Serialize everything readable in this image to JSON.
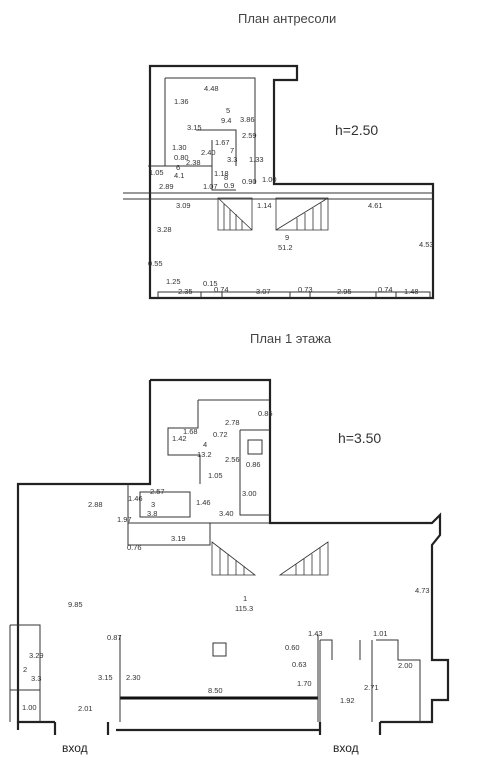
{
  "mezzanine": {
    "title": "План антресоли",
    "height_label": "h=2.50",
    "rooms": [
      {
        "number": "5",
        "area": "9.4"
      },
      {
        "number": "7",
        "area": "3.3"
      },
      {
        "number": "6",
        "area": "4.1"
      },
      {
        "number": "8",
        "area": "0.9"
      },
      {
        "number": "9",
        "area": "51.2"
      }
    ],
    "dimensions": [
      "4.48",
      "1.36",
      "3.86",
      "3.15",
      "2.59",
      "1.67",
      "1.30",
      "2.40",
      "1.33",
      "0.80",
      "2.38",
      "1.05",
      "2.89",
      "1.18",
      "1.07",
      "1.00",
      "0.90",
      "3.09",
      "1.14",
      "4.61",
      "3.28",
      "4.53",
      "0.55",
      "1.25",
      "0.15",
      "2.35",
      "0.74",
      "3.07",
      "0.73",
      "2.95",
      "0.74",
      "1.48"
    ]
  },
  "floor1": {
    "title": "План 1 этажа",
    "height_label": "h=3.50",
    "rooms": [
      {
        "number": "4",
        "area": "13.2"
      },
      {
        "number": "3",
        "area": "3.8"
      },
      {
        "number": "1",
        "area": "115.3"
      },
      {
        "number": "2",
        "area": "3.3"
      }
    ],
    "dimensions": [
      "2.78",
      "0.85",
      "1.42",
      "1.68",
      "0.72",
      "2.56",
      "0.86",
      "1.05",
      "3.00",
      "2.88",
      "1.46",
      "2.57",
      "1.46",
      "1.97",
      "3.40",
      "0.76",
      "3.19",
      "9.85",
      "4.73",
      "0.87",
      "1.43",
      "0.60",
      "1.01",
      "0.63",
      "2.00",
      "3.29",
      "3.15",
      "2.30",
      "1.70",
      "2.71",
      "8.50",
      "1.00",
      "2.01",
      "1.92"
    ],
    "entrances": [
      "вход",
      "вход"
    ]
  }
}
